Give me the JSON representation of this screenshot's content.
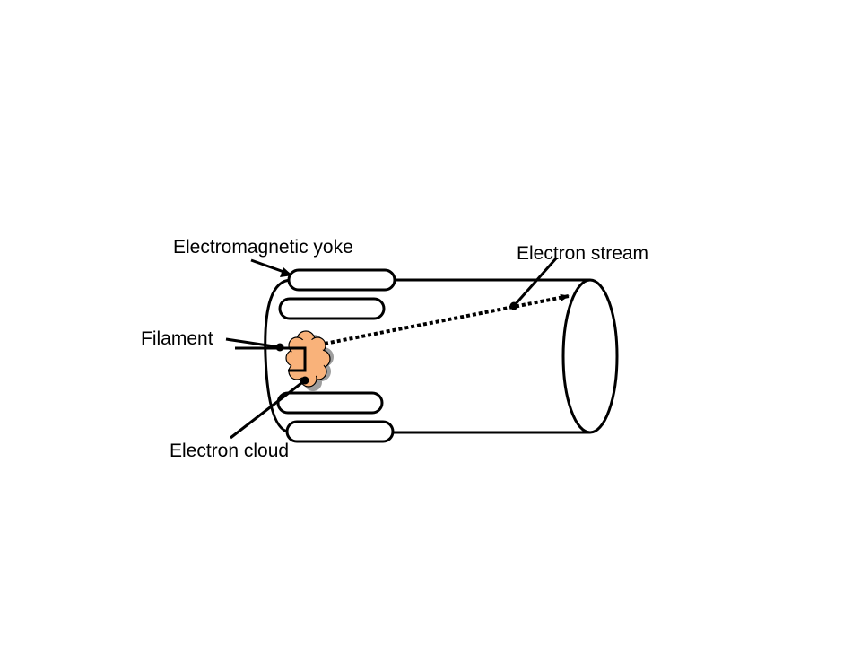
{
  "labels": {
    "yoke": "Electromagnetic yoke",
    "stream": "Electron stream",
    "filament": "Filament",
    "cloud": "Electron cloud"
  },
  "colors": {
    "stroke": "#000000",
    "cloud_fill": "#f9b27a",
    "cloud_shadow": "#9e9e9e",
    "background": "#ffffff"
  }
}
